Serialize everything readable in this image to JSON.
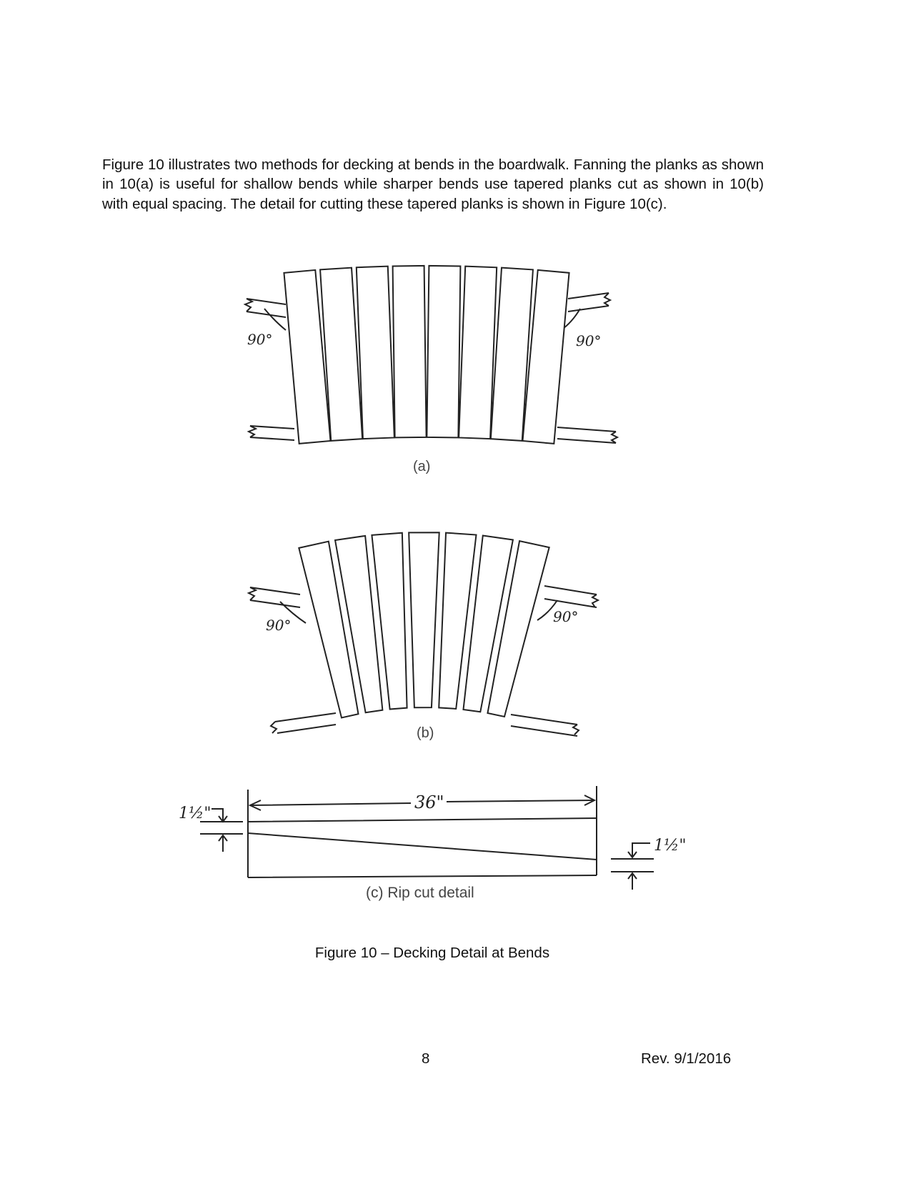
{
  "body_text": "Figure 10 illustrates two methods for decking at bends in the boardwalk. Fanning the planks as shown in 10(a) is useful for shallow bends while sharper bends use tapered planks cut as shown in 10(b) with equal spacing. The detail for cutting these tapered planks is shown in Figure 10(c).",
  "figure": {
    "angle_label": "90°",
    "label_a": "(a)",
    "label_b": "(b)",
    "length_label": "36\"",
    "width_label": "1½\"",
    "label_c": "(c) Rip cut detail",
    "caption": "Figure 10 – Decking Detail at Bends"
  },
  "footer": {
    "page_number": "8",
    "revision": "Rev. 9/1/2016"
  }
}
